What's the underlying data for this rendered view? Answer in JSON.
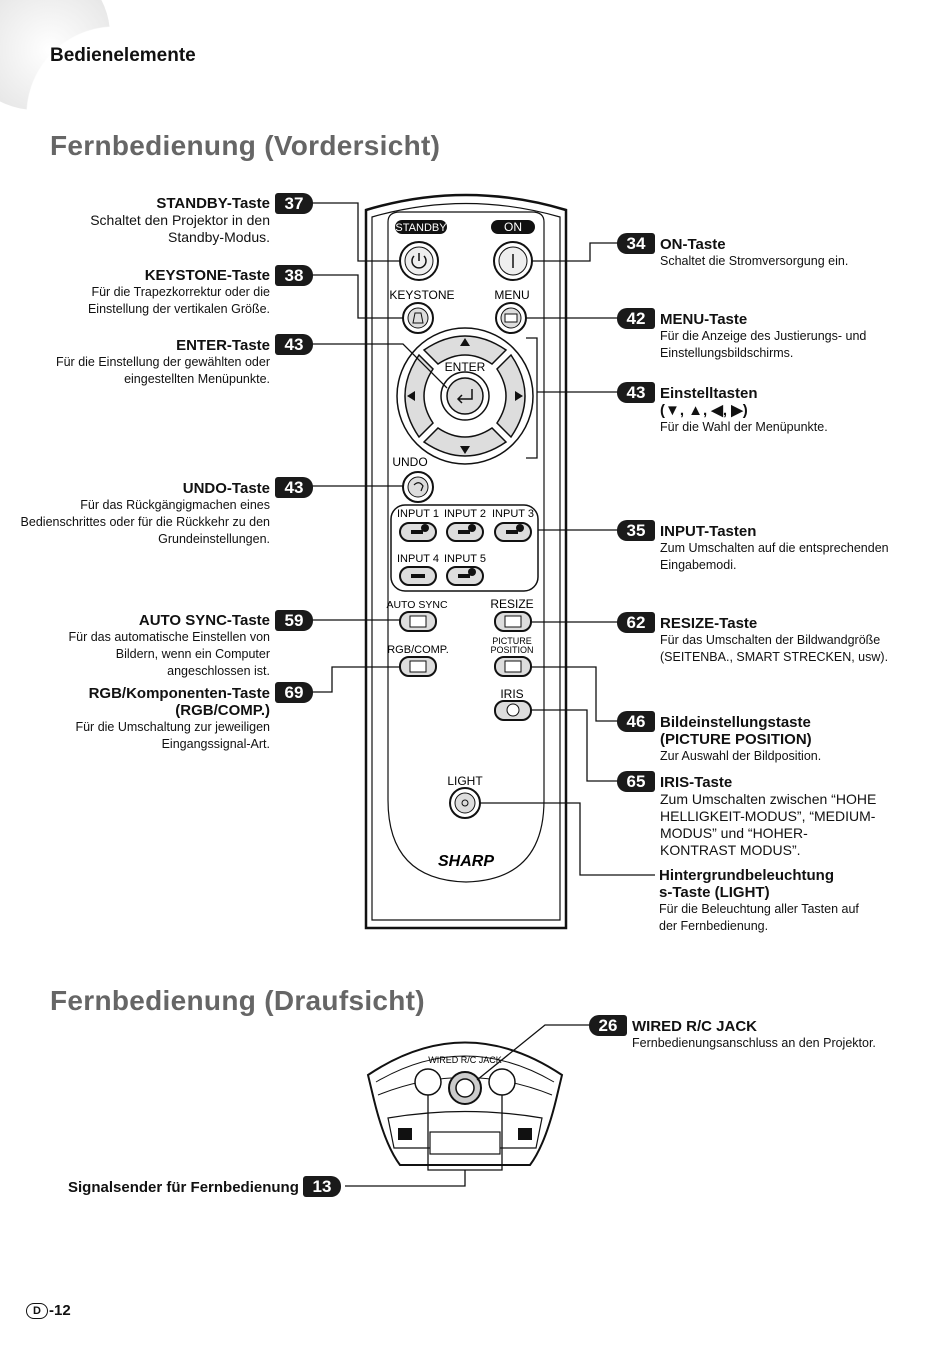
{
  "header": {
    "section": "Bedienelemente"
  },
  "front": {
    "title": "Fernbedienung (Vordersicht)"
  },
  "top": {
    "title": "Fernbedienung (Draufsicht)"
  },
  "remote": {
    "standby": "STANDBY",
    "on": "ON",
    "keystone": "KEYSTONE",
    "menu": "MENU",
    "enter": "ENTER",
    "undo": "UNDO",
    "input1": "INPUT 1",
    "input2": "INPUT 2",
    "input3": "INPUT 3",
    "input4": "INPUT 4",
    "input5": "INPUT 5",
    "auto_sync": "AUTO SYNC",
    "resize": "RESIZE",
    "rgb_comp": "RGB/COMP.",
    "picture_position_1": "PICTURE",
    "picture_position_2": "POSITION",
    "iris": "IRIS",
    "light": "LIGHT",
    "brand": "SHARP",
    "wired_jack": "WIRED R/C JACK"
  },
  "labels": {
    "standby": {
      "num": "37",
      "title": "STANDBY-Taste",
      "desc": [
        "Schaltet den Projektor in den",
        "Standby-Modus."
      ]
    },
    "keystone": {
      "num": "38",
      "title": "KEYSTONE-Taste",
      "desc": [
        "Für die Trapezkorrektur oder die",
        "Einstellung der vertikalen Größe."
      ]
    },
    "enter": {
      "num": "43",
      "title": "ENTER-Taste",
      "desc": [
        "Für die Einstellung der gewählten oder",
        "eingestellten Menüpunkte."
      ]
    },
    "undo": {
      "num": "43",
      "title": "UNDO-Taste",
      "desc": [
        "Für das Rückgängigmachen eines",
        "Bedienschrittes oder für die Rückkehr zu den",
        "Grundeinstellungen."
      ]
    },
    "autosync": {
      "num": "59",
      "title": "AUTO SYNC-Taste",
      "desc": [
        "Für das automatische Einstellen von",
        "Bildern, wenn ein Computer",
        "angeschlossen ist."
      ]
    },
    "rgb": {
      "num": "69",
      "title1": "RGB/Komponenten-Taste",
      "title2": "(RGB/COMP.)",
      "desc": [
        "Für die Umschaltung zur jeweiligen",
        "Eingangssignal-Art."
      ]
    },
    "on": {
      "num": "34",
      "title": "ON-Taste",
      "desc": [
        "Schaltet die Stromversorgung ein."
      ]
    },
    "menu": {
      "num": "42",
      "title": "MENU-Taste",
      "desc": [
        "Für die Anzeige des Justierungs- und",
        "Einstellungsbildschirms."
      ]
    },
    "adjust": {
      "num": "43",
      "title": "Einstelltasten",
      "arrows": "(▼, ▲, ◀, ▶)",
      "desc": [
        "Für die Wahl der Menüpunkte."
      ]
    },
    "input": {
      "num": "35",
      "title": "INPUT-Tasten",
      "desc": [
        "Zum Umschalten auf die entsprechenden",
        "Eingabemodi."
      ]
    },
    "resize": {
      "num": "62",
      "title": "RESIZE-Taste",
      "desc": [
        "Für das Umschalten der Bildwandgröße",
        "(SEITENBA., SMART STRECKEN, usw)."
      ]
    },
    "picpos": {
      "num": "46",
      "title1": "Bildeinstellungstaste",
      "title2": "(PICTURE POSITION)",
      "desc": [
        "Zur Auswahl der Bildposition."
      ]
    },
    "iris": {
      "num": "65",
      "title": "IRIS-Taste",
      "desc": [
        "Zum Umschalten zwischen “HOHE",
        "HELLIGKEIT-MODUS”, “MEDIUM-",
        "MODUS” und “HOHER-",
        "KONTRAST MODUS”."
      ]
    },
    "light": {
      "title1": "Hintergrundbeleuchtung",
      "title2": "s-Taste (LIGHT)",
      "desc": [
        "Für die Beleuchtung aller Tasten auf",
        "der Fernbedienung."
      ]
    },
    "wired": {
      "num": "26",
      "title": "WIRED R/C JACK",
      "desc": [
        "Fernbedienungsanschluss an den Projektor."
      ]
    },
    "signal": {
      "num": "13",
      "title": "Signalsender für Fernbedienung"
    }
  },
  "footer": {
    "letter": "D",
    "page": "-12"
  }
}
